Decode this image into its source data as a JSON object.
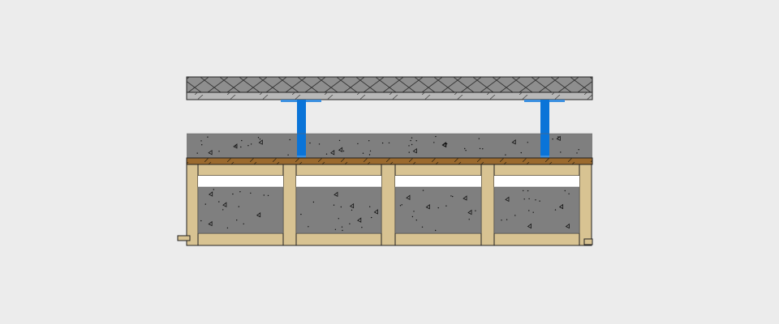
{
  "diagram": {
    "kind": "floor-section-detail",
    "components": [
      {
        "id": "top-slab",
        "icon": "crosshatch-slab-icon",
        "hatch": "cross"
      },
      {
        "id": "top-slab-underlayer",
        "icon": "diagonal-hatch-icon",
        "hatch": "diagonal"
      },
      {
        "id": "support-post-left",
        "icon": "steel-post-icon"
      },
      {
        "id": "support-post-right",
        "icon": "steel-post-icon"
      },
      {
        "id": "concrete-screed",
        "icon": "concrete-icon",
        "hatch": "aggregate"
      },
      {
        "id": "wood-board-layer",
        "icon": "wood-board-icon",
        "hatch": "diagonal"
      },
      {
        "id": "timber-frame",
        "icon": "timber-frame-icon",
        "bays": 4
      },
      {
        "id": "concrete-infill",
        "icon": "concrete-icon",
        "hatch": "aggregate"
      }
    ],
    "colors": {
      "background": "#ececec",
      "slab": "#8e8e8e",
      "slab_hatch": "#3a3a3a",
      "underlayer": "#b8b8b8",
      "post": "#0a74d8",
      "post_cap": "#3a8fe0",
      "concrete": "#7f7f7f",
      "aggregate": "#111111",
      "board": "#9b6a2e",
      "timber": "#d8c392",
      "outline": "#222222",
      "gap": "#ffffff"
    }
  }
}
